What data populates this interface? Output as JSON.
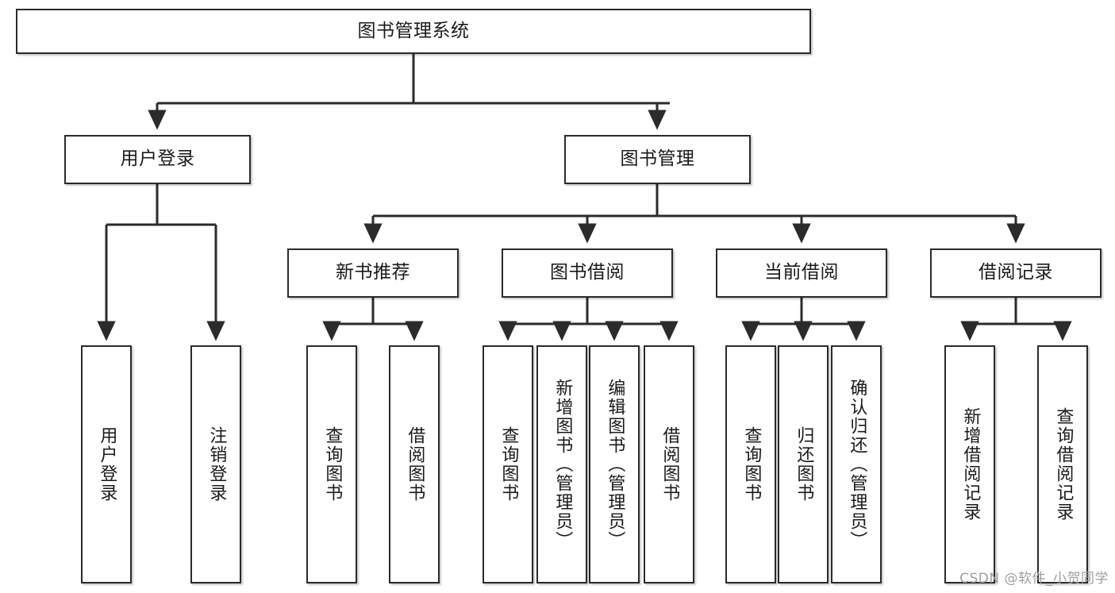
{
  "diagram": {
    "title": "图书管理系统",
    "type": "functional-structure-tree",
    "colors": {
      "stroke": "#2b2b2b",
      "fill": "#ffffff",
      "text": "#1a1a1a",
      "watermark": "#9e9e9e"
    },
    "nodes": {
      "root": {
        "label": "图书管理系统"
      },
      "level2": [
        {
          "id": "user-login",
          "label": "用户登录"
        },
        {
          "id": "book-manage",
          "label": "图书管理"
        }
      ],
      "level3": [
        {
          "id": "new-book-rec",
          "label": "新书推荐"
        },
        {
          "id": "book-borrow",
          "label": "图书借阅"
        },
        {
          "id": "current-borrow",
          "label": "当前借阅"
        },
        {
          "id": "borrow-record",
          "label": "借阅记录"
        }
      ],
      "leaves": {
        "user_login": [
          {
            "id": "leaf-user-login",
            "label": "用户登录"
          },
          {
            "id": "leaf-logout",
            "label": "注销登录"
          }
        ],
        "new_book_rec": [
          {
            "id": "leaf-query-book-1",
            "label": "查询图书"
          },
          {
            "id": "leaf-borrow-book-1",
            "label": "借阅图书"
          }
        ],
        "book_borrow": [
          {
            "id": "leaf-query-book-2",
            "label": "查询图书"
          },
          {
            "id": "leaf-add-book",
            "label": "新增图书（管理员）"
          },
          {
            "id": "leaf-edit-book",
            "label": "编辑图书（管理员）"
          },
          {
            "id": "leaf-borrow-book-2",
            "label": "借阅图书"
          }
        ],
        "current_borrow": [
          {
            "id": "leaf-query-book-3",
            "label": "查询图书"
          },
          {
            "id": "leaf-return-book",
            "label": "归还图书"
          },
          {
            "id": "leaf-confirm-return",
            "label": "确认归还（管理员）"
          }
        ],
        "borrow_record": [
          {
            "id": "leaf-add-record",
            "label": "新增借阅记录"
          },
          {
            "id": "leaf-query-record",
            "label": "查询借阅记录"
          }
        ]
      }
    },
    "watermark": "CSDN @软件_小贺同学"
  }
}
